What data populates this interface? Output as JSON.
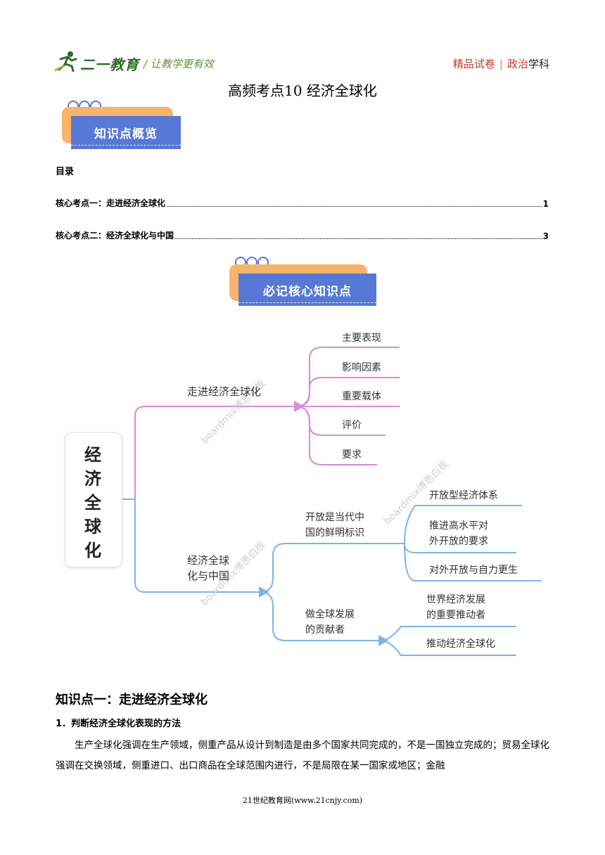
{
  "header": {
    "logo_text": "二一教育",
    "slogan": "/ 让教学更有效",
    "right_part1": "精品试卷",
    "separator": "|",
    "right_part2": "政治",
    "right_part3": "学科"
  },
  "title": "高频考点10  经济全球化",
  "banner1_label": "知识点概览",
  "toc": {
    "heading": "目录",
    "items": [
      {
        "label": "核心考点一：走进经济全球化",
        "page": "1"
      },
      {
        "label": "核心考点二：经济全球化与中国",
        "page": "3"
      }
    ]
  },
  "banner2_label": "必记核心知识点",
  "mindmap": {
    "root": [
      "经",
      "济",
      "全",
      "球",
      "化"
    ],
    "branch1": {
      "label": "走进经济全球化",
      "children": [
        "主要表现",
        "影响因素",
        "重要载体",
        "评价",
        "要求"
      ]
    },
    "branch2": {
      "label_line1": "经济全球",
      "label_line2": "化与中国",
      "sub1": {
        "line1": "开放是当代中",
        "line2": "国的鲜明标识",
        "children": [
          {
            "line1": "开放型经济体系"
          },
          {
            "line1": "推进高水平对",
            "line2": "外开放的要求"
          },
          {
            "line1": "对外开放与自力更生"
          }
        ]
      },
      "sub2": {
        "line1": "做全球发展",
        "line2": "的贡献者",
        "children": [
          {
            "line1": "世界经济发展",
            "line2": "的重要推动者"
          },
          {
            "line1": "推动经济全球化"
          }
        ]
      }
    },
    "watermark": "boardmix博思白板",
    "colors": {
      "branch1": "#d68bd6",
      "branch2": "#7db4e6"
    }
  },
  "section1": {
    "title": "知识点一：走进经济全球化",
    "subtitle": "1．判断经济全球化表现的方法",
    "paragraph": "生产全球化强调在生产领域，侧重产品从设计到制造是由多个国家共同完成的，不是一国独立完成的；贸易全球化强调在交换领域，侧重进口、出口商品在全球范围内进行，不是局限在某一国家或地区；金融"
  },
  "footer": "21世纪教育网(www.21cnjy.com)"
}
